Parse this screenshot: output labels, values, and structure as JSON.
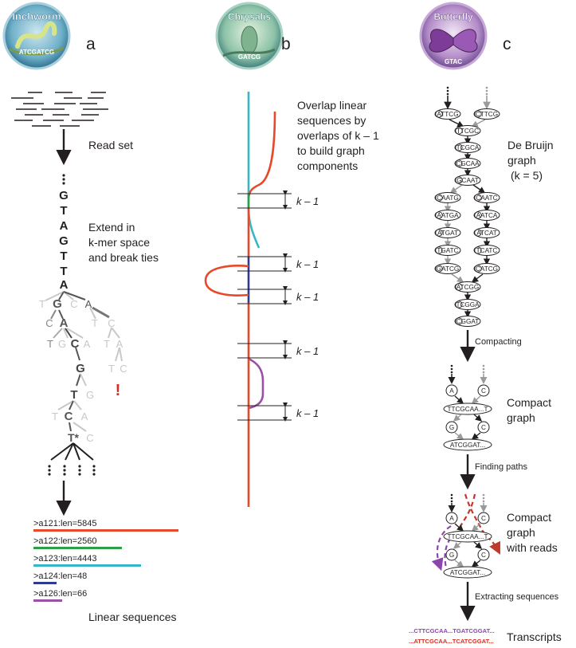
{
  "panels": {
    "a": {
      "badge": "Inchworm",
      "badge_letters": "ATCGATCG",
      "letter": "a",
      "read_set": "Read set",
      "kmer_path": [
        "G",
        "T",
        "A",
        "G",
        "T",
        "T",
        "A"
      ],
      "extend_lines": [
        "Extend in",
        "k-mer space",
        "and break ties"
      ],
      "tree_row1": [
        "T",
        "G",
        "C",
        "A"
      ],
      "tree_row2": [
        "C",
        "A",
        "T",
        "C"
      ],
      "tree_row3": [
        "T",
        "G",
        "C",
        "A",
        "T",
        "A"
      ],
      "tree_row4": [
        "G",
        "T",
        "C"
      ],
      "tree_row5": [
        "T",
        "G"
      ],
      "tree_row6": [
        "T",
        "C",
        "A"
      ],
      "tree_row7": [
        "T*",
        "C"
      ],
      "dead_end": "!",
      "sequences": [
        {
          "label": ">a121:len=5845",
          "color": "#e8492b",
          "fraction": 1.0
        },
        {
          "label": ">a122:len=2560",
          "color": "#2e9e47",
          "fraction": 0.61
        },
        {
          "label": ">a123:len=4443",
          "color": "#39b5c9",
          "fraction": 0.74
        },
        {
          "label": ">a124:len=48",
          "color": "#2d3b93",
          "fraction": 0.16
        },
        {
          "label": ">a126:len=66",
          "color": "#9a50a4",
          "fraction": 0.2
        }
      ],
      "linear_sequences": "Linear sequences"
    },
    "b": {
      "badge": "Chrysalis",
      "badge_letters": "GATCG",
      "letter": "b",
      "overlap_lines": [
        "Overlap linear",
        "sequences by",
        "overlaps of k – 1",
        "to build graph",
        "components"
      ],
      "k_labels": [
        "k – 1",
        "k – 1",
        "k – 1",
        "k – 1",
        "k – 1"
      ]
    },
    "c": {
      "badge": "Butterfly",
      "badge_letters": "GTAC",
      "letter": "c",
      "de_bruijn_lines": [
        "De Bruijn",
        "graph",
        "(k = 5)"
      ],
      "debruijn_nodes": {
        "top_left": "ATTCG",
        "top_right": "CTTCG",
        "chain": [
          "TTCGC",
          "TCGCA",
          "CGCAA",
          "GCAAT"
        ],
        "left_branch": [
          "CAATG",
          "AATGA",
          "ATGAT",
          "TGATC",
          "GATCG"
        ],
        "right_branch": [
          "CAATC",
          "AATCA",
          "ATCAT",
          "TCATC",
          "CATCG"
        ],
        "merge": [
          "ATCGG",
          "TCGGA",
          "CGGAT"
        ]
      },
      "compacting": "Compacting",
      "compact_graph_lines": [
        "Compact",
        "graph"
      ],
      "compact_nodes": {
        "a": "A",
        "c": "C",
        "mid": "TTCGCAA...T",
        "g": "G",
        "c2": "C",
        "bottom": "ATCGGAT..."
      },
      "finding_paths": "Finding paths",
      "reads_graph_lines": [
        "Compact",
        "graph",
        "with reads"
      ],
      "extracting": "Extracting sequences",
      "transcripts": [
        {
          "seq": "...CTTCGCAA...TGATCGGAT...",
          "color": "#8e44ad"
        },
        {
          "seq": "...ATTCGCAA...TCATCGGAT...",
          "color": "#d62d20"
        }
      ],
      "transcripts_label": "Transcripts"
    }
  }
}
